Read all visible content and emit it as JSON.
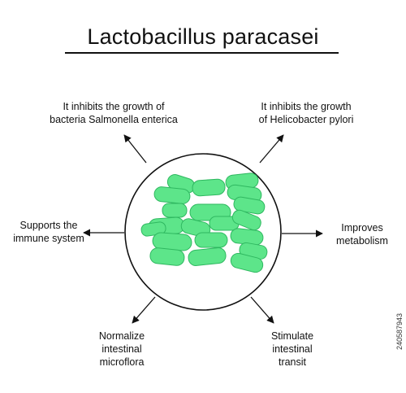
{
  "title": "Lactobacillus paracasei",
  "labels": {
    "top_left": "It inhibits the growth of\nbacteria Salmonella enterica",
    "top_right": "It inhibits the growth\nof Helicobacter pylori",
    "left": "Supports the\nimmune system",
    "right": "Improves\nmetabolism",
    "bottom_left": "Normalize\nintestinal\nmicroflora",
    "bottom_right": "Stimulate\nintestinal\ntransit"
  },
  "side_text": "240587943",
  "colors": {
    "bacteria_fill": "#5de58a",
    "bacteria_stroke": "#2fb860",
    "line": "#111111"
  }
}
